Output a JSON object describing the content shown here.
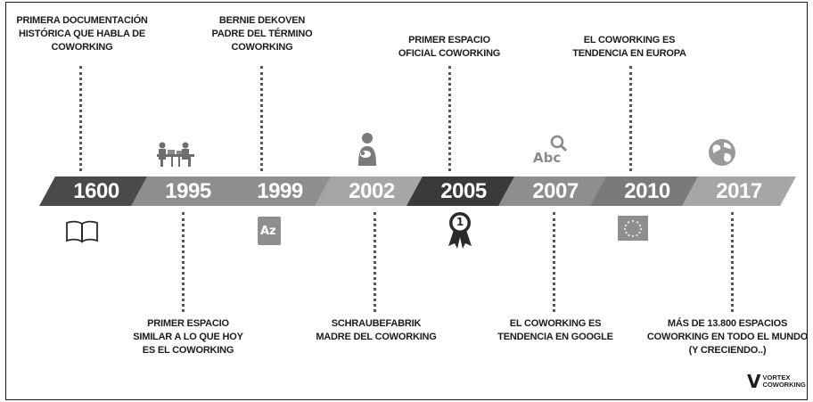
{
  "timeline": {
    "years": [
      "1600",
      "1995",
      "1999",
      "2002",
      "2005",
      "2007",
      "2010",
      "2017"
    ],
    "year_colors": [
      "#4a4a4a",
      "#8e8e8e",
      "#8e8e8e",
      "#a6a6a6",
      "#3a3a3a",
      "#8e8e8e",
      "#7a7a7a",
      "#a6a6a6"
    ],
    "events": [
      {
        "year": "1600",
        "text": "PRIMERA DOCUMENTACIÓN\nHISTÓRICA QUE HABLA DE\nCOWORKING",
        "icon": "book-icon"
      },
      {
        "year": "1995",
        "text": "PRIMER ESPACIO\nSIMILAR A LO QUE HOY\nES EL COWORKING",
        "icon": "people-at-table-icon"
      },
      {
        "year": "1999",
        "text": "BERNIE  DEKOVEN\nPADRE DEL TÉRMINO\nCOWORKING",
        "icon": "dictionary-az-icon"
      },
      {
        "year": "2002",
        "text": "SCHRAUBEFABRIK\nMADRE DEL COWORKING",
        "icon": "mother-baby-icon"
      },
      {
        "year": "2005",
        "text": "PRIMER ESPACIO\nOFICIAL COWORKING",
        "icon": "first-place-ribbon-icon"
      },
      {
        "year": "2007",
        "text": "EL COWORKING ES\nTENDENCIA EN GOOGLE",
        "icon": "abc-search-icon"
      },
      {
        "year": "2010",
        "text": "EL COWORKING ES\nTENDENCIA EN EUROPA",
        "icon": "eu-flag-icon"
      },
      {
        "year": "2017",
        "text": "MÁS DE 13.800 ESPACIOS\nCOWORKING EN TODO EL MUNDO\n(Y CRECIENDO..)",
        "icon": "globe-icon"
      }
    ]
  },
  "icon_labels": {
    "abc": "Abc",
    "az": "Az",
    "ribbon_number": "1"
  },
  "logo": {
    "mark": "V",
    "line1": "VORTEX",
    "line2": "COWORKING"
  }
}
